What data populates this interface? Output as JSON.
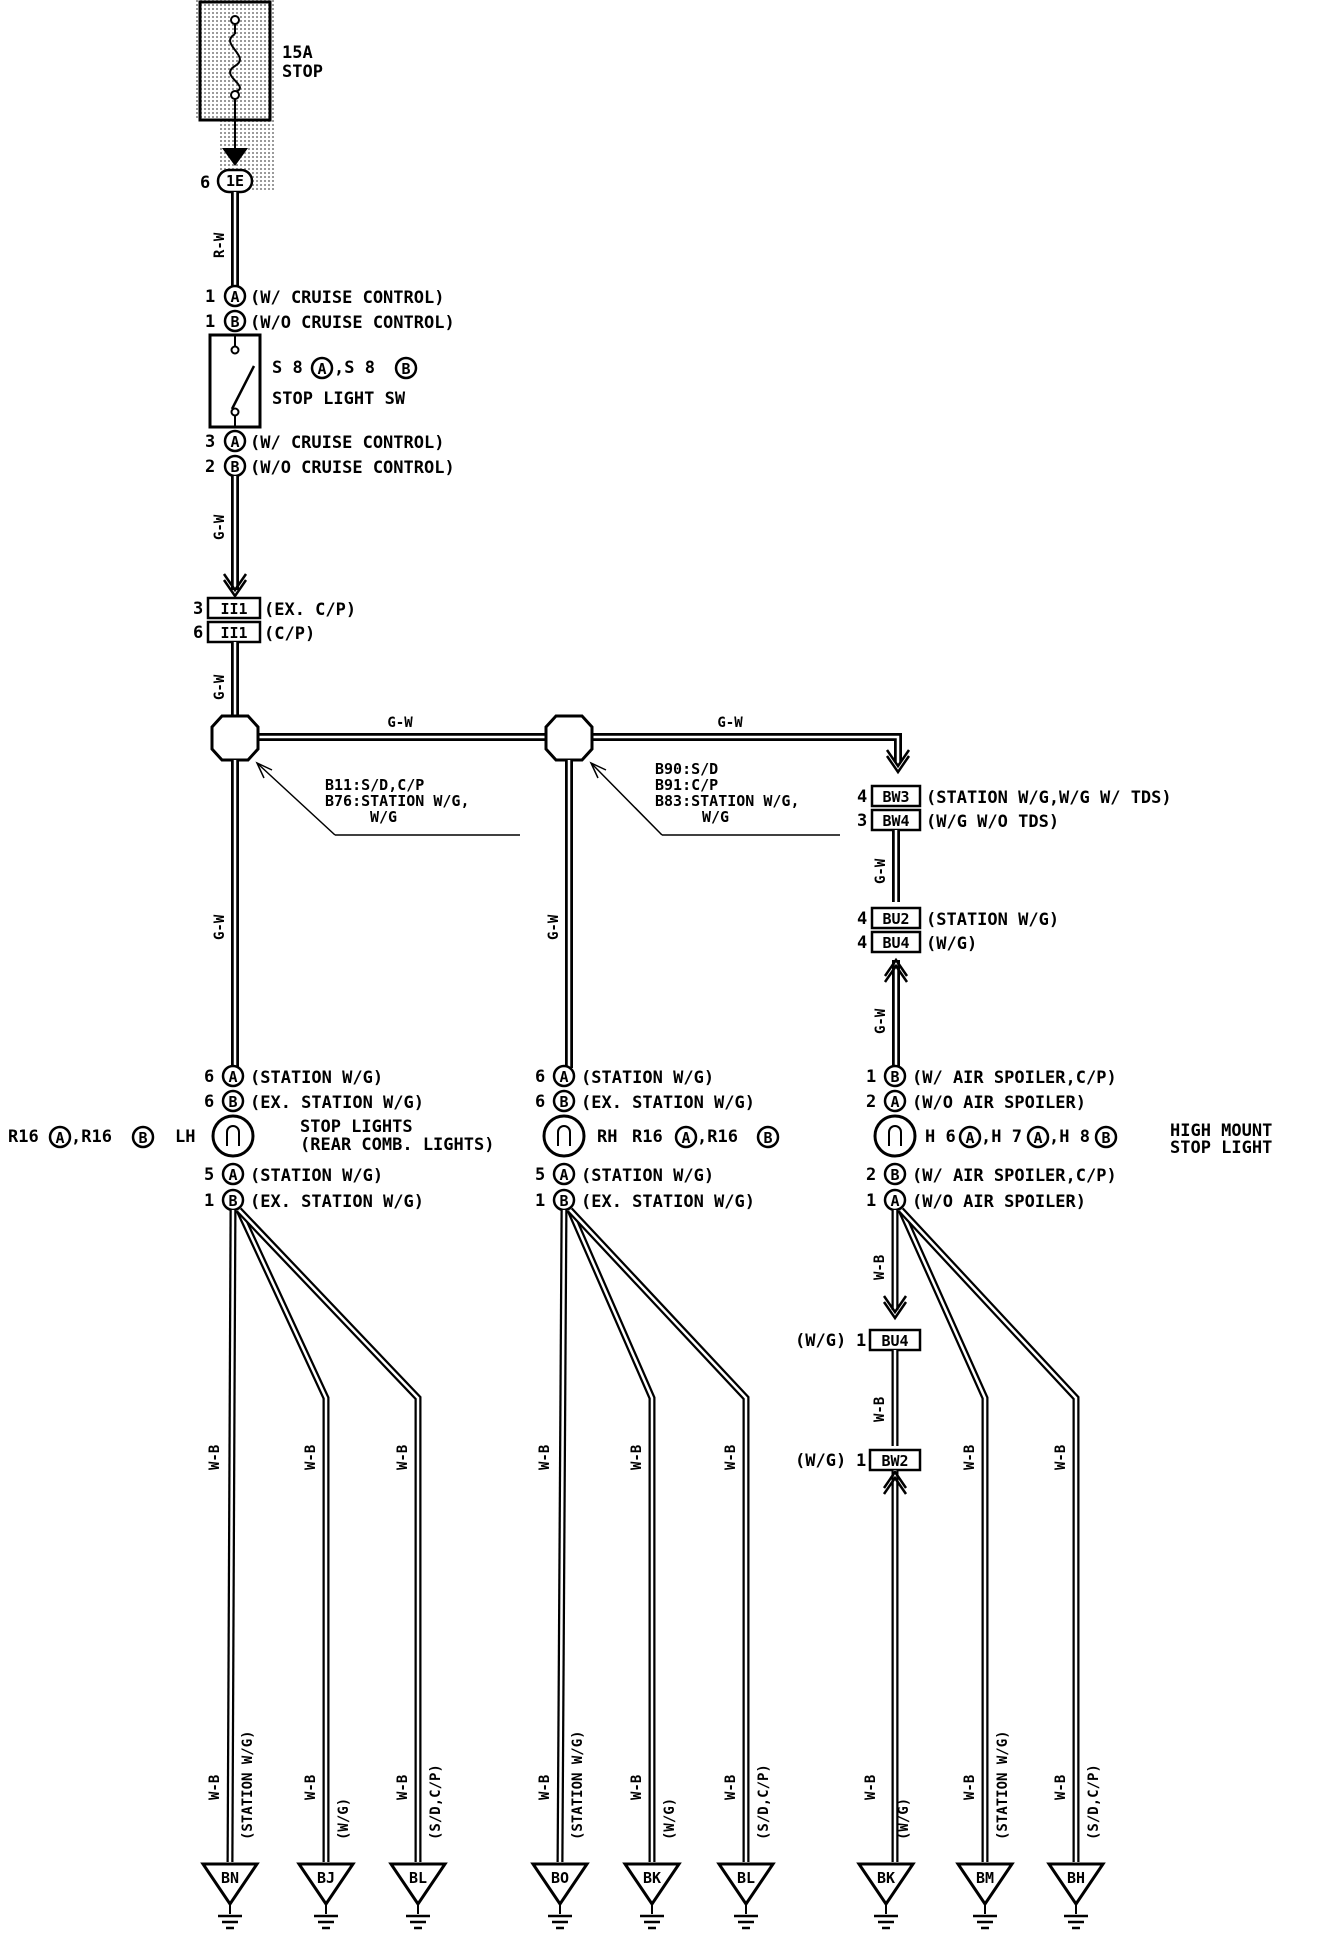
{
  "fuse": {
    "rating": "15A",
    "name": "STOP"
  },
  "j1e": {
    "pin": "6",
    "id": "1E"
  },
  "wire_rw": "R-W",
  "switch": {
    "top_pins": [
      {
        "pin": "1",
        "letter": "A",
        "note": "(W/ CRUISE CONTROL)"
      },
      {
        "pin": "1",
        "letter": "B",
        "note": "(W/O CRUISE CONTROL)"
      }
    ],
    "bottom_pins": [
      {
        "pin": "3",
        "letter": "A",
        "note": "(W/ CRUISE CONTROL)"
      },
      {
        "pin": "2",
        "letter": "B",
        "note": "(W/O CRUISE CONTROL)"
      }
    ],
    "code_prefix_a": "S 8",
    "code_sep": ",S 8",
    "letter_a": "A",
    "letter_b": "B",
    "name": "STOP LIGHT SW"
  },
  "wire_gw": "G-W",
  "wire_wb": "W-B",
  "ii1": [
    {
      "pin": "3",
      "id": "II1",
      "note": "(EX. C/P)"
    },
    {
      "pin": "6",
      "id": "II1",
      "note": "(C/P)"
    }
  ],
  "splice1": {
    "lines": [
      "B11:S/D,C/P",
      "B76:STATION W/G,",
      "W/G"
    ]
  },
  "splice2": {
    "lines": [
      "B90:S/D",
      "B91:C/P",
      "B83:STATION W/G,",
      "W/G"
    ]
  },
  "bw": [
    {
      "pin": "4",
      "id": "BW3",
      "note": "(STATION W/G,W/G W/ TDS)"
    },
    {
      "pin": "3",
      "id": "BW4",
      "note": "(W/G W/O TDS)"
    }
  ],
  "bu": [
    {
      "pin": "4",
      "id": "BU2",
      "note": "(STATION W/G)"
    },
    {
      "pin": "4",
      "id": "BU4",
      "note": "(W/G)"
    }
  ],
  "lh": {
    "top": [
      {
        "pin": "6",
        "letter": "A",
        "note": "(STATION W/G)"
      },
      {
        "pin": "6",
        "letter": "B",
        "note": "(EX. STATION W/G)"
      }
    ],
    "bottom": [
      {
        "pin": "5",
        "letter": "A",
        "note": "(STATION W/G)"
      },
      {
        "pin": "1",
        "letter": "B",
        "note": "(EX. STATION W/G)"
      }
    ],
    "code_prefix": "R16",
    "code_sep": ",R16",
    "side": "LH"
  },
  "stoplights": {
    "line1": "STOP LIGHTS",
    "line2": "(REAR COMB. LIGHTS)"
  },
  "rh": {
    "top": [
      {
        "pin": "6",
        "letter": "A",
        "note": "(STATION W/G)"
      },
      {
        "pin": "6",
        "letter": "B",
        "note": "(EX. STATION W/G)"
      }
    ],
    "bottom": [
      {
        "pin": "5",
        "letter": "A",
        "note": "(STATION W/G)"
      },
      {
        "pin": "1",
        "letter": "B",
        "note": "(EX. STATION W/G)"
      }
    ],
    "side": "RH",
    "code_prefix": "R16",
    "code_sep": ",R16"
  },
  "highmount": {
    "top": [
      {
        "pin": "1",
        "letter": "B",
        "note": "(W/ AIR SPOILER,C/P)"
      },
      {
        "pin": "2",
        "letter": "A",
        "note": "(W/O AIR SPOILER)"
      }
    ],
    "bottom": [
      {
        "pin": "2",
        "letter": "B",
        "note": "(W/ AIR SPOILER,C/P)"
      },
      {
        "pin": "1",
        "letter": "A",
        "note": "(W/O AIR SPOILER)"
      }
    ],
    "code": [
      "H 6",
      ",H 7",
      ",H 8"
    ],
    "code_letters": [
      "A",
      "A",
      "B"
    ],
    "name1": "HIGH MOUNT",
    "name2": "STOP LIGHT"
  },
  "bu4b": {
    "note": "(W/G)",
    "pin": "1",
    "id": "BU4"
  },
  "bw2": {
    "note": "(W/G)",
    "pin": "1",
    "id": "BW2"
  },
  "grounds": [
    {
      "id": "BN",
      "note": "(STATION W/G)"
    },
    {
      "id": "BJ",
      "note": "(W/G)"
    },
    {
      "id": "BL",
      "note": "(S/D,C/P)"
    },
    {
      "id": "BO",
      "note": "(STATION W/G)"
    },
    {
      "id": "BK",
      "note": "(W/G)"
    },
    {
      "id": "BL",
      "note": "(S/D,C/P)"
    },
    {
      "id": "BK",
      "note": "(W/G)"
    },
    {
      "id": "BM",
      "note": "(STATION W/G)"
    },
    {
      "id": "BH",
      "note": "(S/D,C/P)"
    }
  ]
}
